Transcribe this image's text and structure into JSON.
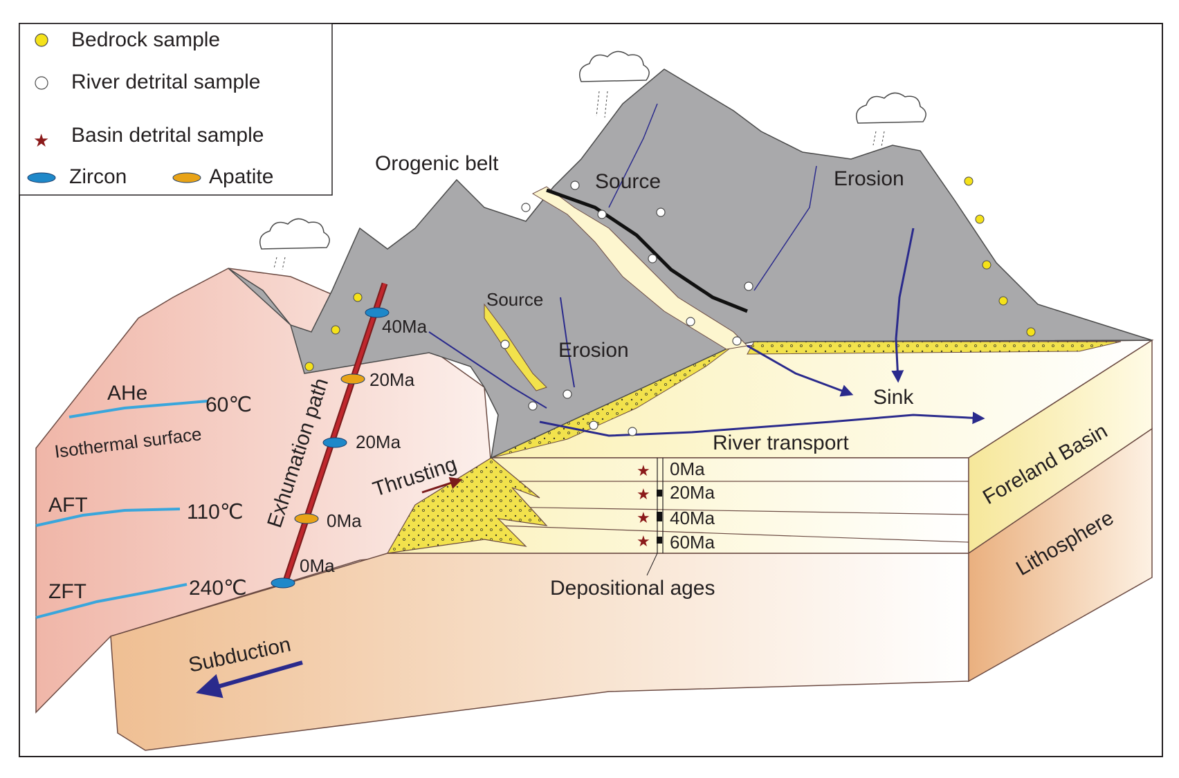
{
  "legend": {
    "bedrock_sample": "Bedrock sample",
    "river_detrital_sample": "River detrital sample",
    "basin_detrital_sample": "Basin detrital sample",
    "zircon": "Zircon",
    "apatite": "Apatite"
  },
  "labels": {
    "orogenic_belt": "Orogenic belt",
    "source_upper": "Source",
    "source_lower": "Source",
    "erosion_upper": "Erosion",
    "erosion_lower": "Erosion",
    "sink": "Sink",
    "river_transport": "River transport",
    "foreland_basin": "Foreland Basin",
    "lithosphere": "Lithosphere",
    "thrusting": "Thrusting",
    "subduction": "Subduction",
    "depositional_ages": "Depositional ages",
    "exhumation_path": "Exhumation path",
    "isothermal_surface": "Isothermal surface"
  },
  "isotherms": [
    {
      "system": "AHe",
      "temp": "60℃"
    },
    {
      "system": "AFT",
      "temp": "110℃"
    },
    {
      "system": "ZFT",
      "temp": "240℃"
    }
  ],
  "exhumation_ages": [
    "40Ma",
    "20Ma",
    "20Ma",
    "0Ma",
    "0Ma"
  ],
  "strata_ages": [
    "0Ma",
    "20Ma",
    "40Ma",
    "60Ma"
  ],
  "colors": {
    "mountain": "#a9a9ab",
    "crust_left": "#f2c4b8",
    "basin": "#fdf6cf",
    "lithosphere": "#f1c89f",
    "sediment": "#f2e24c",
    "river": "#2a2a8c",
    "isotherm": "#39a6dc",
    "exhumation": "#c0272d",
    "zircon": "#1e88c9",
    "apatite": "#e8a317",
    "bedrock": "#f5e21a",
    "star": "#8b1a1a"
  }
}
